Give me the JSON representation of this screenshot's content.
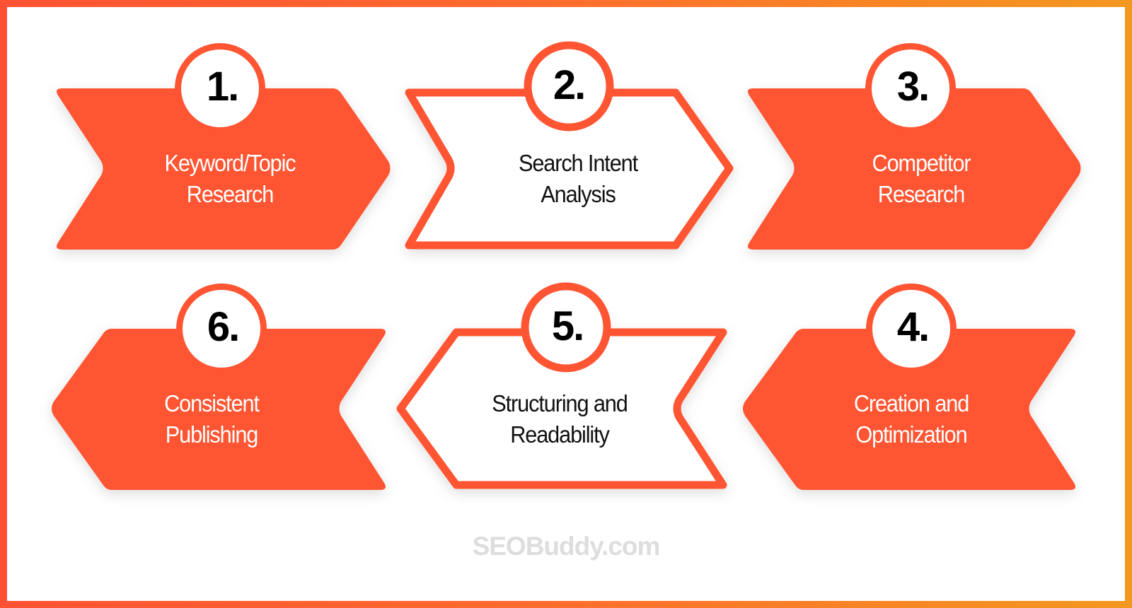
{
  "diagram": {
    "type": "process-flow",
    "colors": {
      "accent": "#FF5533",
      "accent_end": "#F39A1E",
      "watermark": "#DDDDDD",
      "text_dark": "#111111",
      "text_light": "#FFFFFF"
    },
    "steps": [
      {
        "number": "1.",
        "line1": "Keyword/Topic",
        "line2": "Research",
        "style": "filled",
        "direction": "right"
      },
      {
        "number": "2.",
        "line1": "Search Intent",
        "line2": "Analysis",
        "style": "outlined",
        "direction": "right"
      },
      {
        "number": "3.",
        "line1": "Competitor",
        "line2": "Research",
        "style": "filled",
        "direction": "right"
      },
      {
        "number": "4.",
        "line1": "Creation and",
        "line2": "Optimization",
        "style": "filled",
        "direction": "left"
      },
      {
        "number": "5.",
        "line1": "Structuring and",
        "line2": "Readability",
        "style": "outlined",
        "direction": "left"
      },
      {
        "number": "6.",
        "line1": "Consistent",
        "line2": "Publishing",
        "style": "filled",
        "direction": "left"
      }
    ]
  },
  "watermark": "SEOBuddy.com"
}
